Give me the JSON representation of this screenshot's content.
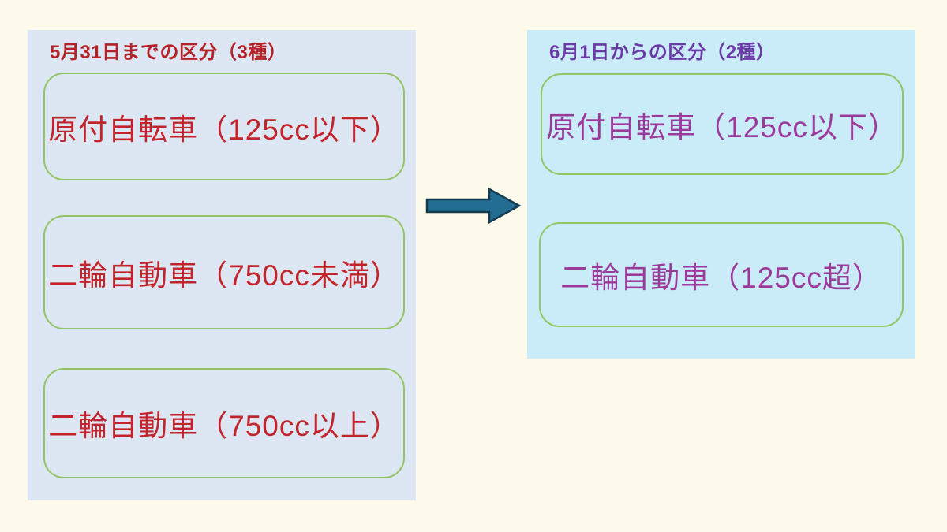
{
  "page": {
    "background_color": "#fdfaec"
  },
  "left_panel": {
    "title": "5月31日までの区分（3種）",
    "title_color": "#b42127",
    "background_color": "#dce7f3",
    "box_border_color": "#94c463",
    "box_text_color": "#c3232b",
    "boxes": [
      {
        "label": "原付自転車（125cc以下）"
      },
      {
        "label": "二輪自動車（750cc未満）"
      },
      {
        "label": "二輪自動車（750cc以上）"
      }
    ]
  },
  "arrow": {
    "icon": "right-arrow",
    "fill_color": "#236d93",
    "stroke_color": "#15394e"
  },
  "right_panel": {
    "title": "6月1日からの区分（2種）",
    "title_color": "#6a3aa6",
    "background_color": "#c9ecf8",
    "box_border_color": "#94c463",
    "box_text_color": "#9c3a9c",
    "boxes": [
      {
        "label": "原付自転車（125cc以下）"
      },
      {
        "label": "二輪自動車（125cc超）"
      }
    ]
  }
}
